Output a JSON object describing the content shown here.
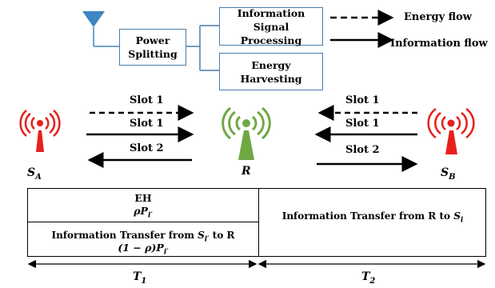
{
  "block_diagram": {
    "power_splitting": "Power Splitting",
    "info_processing": "Information Signal Processing",
    "energy_harvesting": "Energy Harvesting"
  },
  "legend": {
    "energy_flow": "Energy flow",
    "information_flow": "Information flow"
  },
  "nodes": {
    "sa": {
      "main": "S",
      "sub": "A"
    },
    "r": "R",
    "sb": {
      "main": "S",
      "sub": "B"
    }
  },
  "links": {
    "left_energy": "Slot 1",
    "left_info": "Slot 1",
    "left_return": "Slot 2",
    "right_energy": "Slot 1",
    "right_info": "Slot 1",
    "right_return": "Slot 2"
  },
  "table": {
    "eh_title": "EH",
    "eh_power": "ρP",
    "eh_power_sub": "i′",
    "info_left_prefix": "Information  Transfer from ",
    "info_left_sym": "S",
    "info_left_sym_sub": "i′",
    "info_left_suffix": " to  R",
    "info_left_power": "(1 − ρ)P",
    "info_left_power_sub": "i′",
    "info_right_prefix": "Information  Transfer from  R to ",
    "info_right_sym": "S",
    "info_right_sym_sub": "i"
  },
  "timing": {
    "t1": "T",
    "t1_sub": "1",
    "t2": "T",
    "t2_sub": "2"
  },
  "colors": {
    "box_border": "#4a7aaa",
    "antenna": "#3f86c4",
    "source_tower": "#e8201c",
    "relay_tower": "#6fa843"
  }
}
